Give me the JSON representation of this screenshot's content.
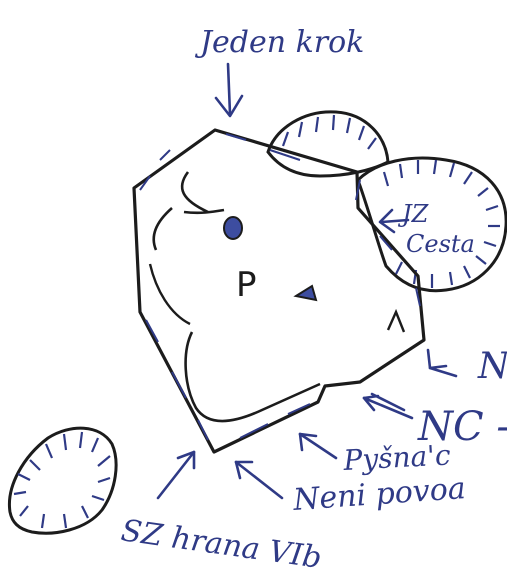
{
  "labels": {
    "top": "Jeden krok",
    "right_cut": "N",
    "nc": "NC -",
    "pysna": "Pyšna'c",
    "neni": "Neni povoa",
    "sz_hrana": "SZ hrana VIb",
    "jz_cesta_line1": "JZ",
    "jz_cesta_line2": "Cesta",
    "summit_mark": "P"
  },
  "colors": {
    "ink": "#2f3a86",
    "pencil": "#1c1c1c",
    "paper": "#ffffff"
  }
}
